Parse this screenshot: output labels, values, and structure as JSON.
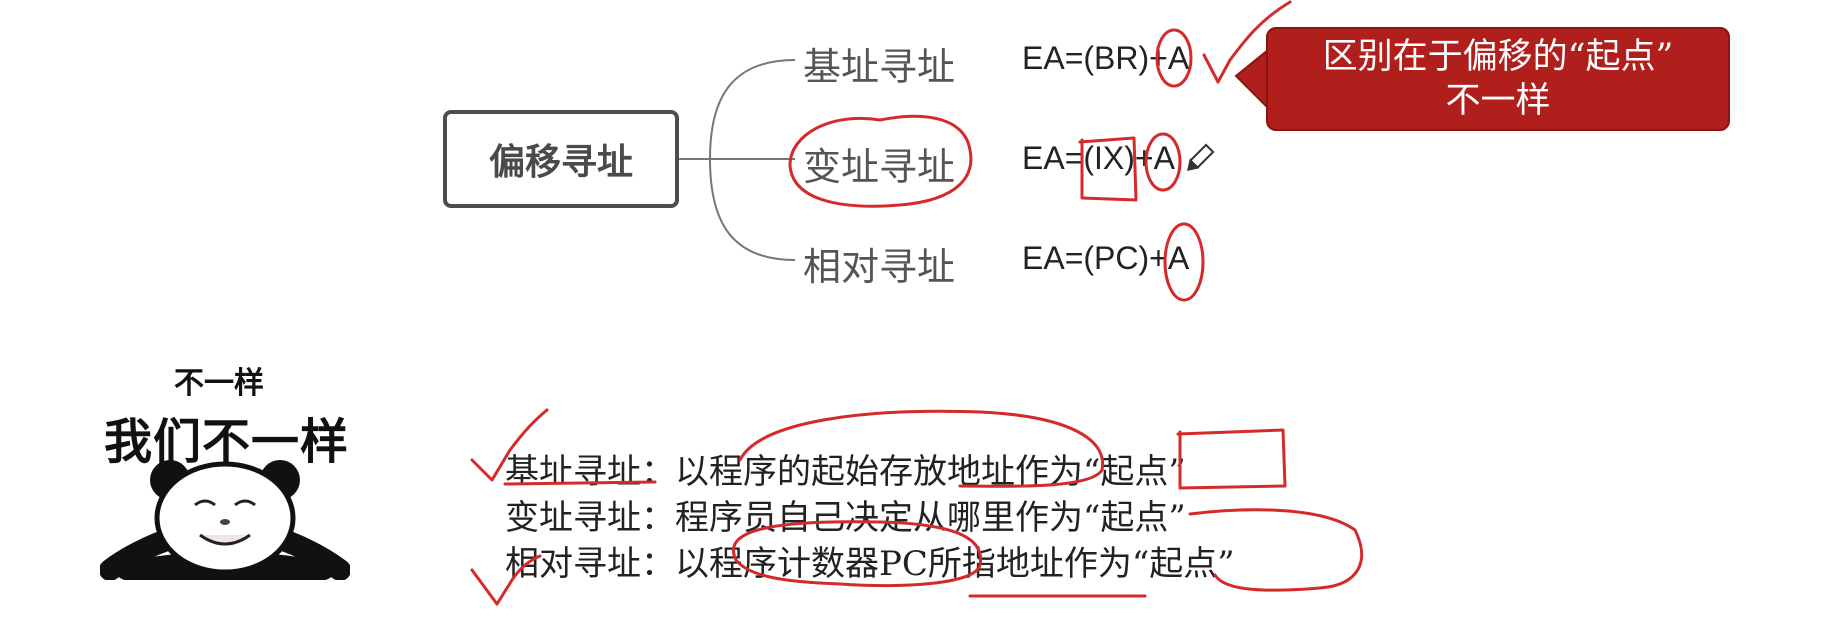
{
  "diagram": {
    "root": "偏移寻址",
    "branches": [
      {
        "label": "基址寻址",
        "formula": "EA=(BR)+A"
      },
      {
        "label": "变址寻址",
        "formula": "EA=(IX)+A"
      },
      {
        "label": "相对寻址",
        "formula": "EA=(PC)+A"
      }
    ]
  },
  "callout": {
    "line1": "区别在于偏移的“起点”",
    "line2": "不一样"
  },
  "meme": {
    "caption_small": "不一样",
    "caption_large": "我们不一样"
  },
  "explanations": [
    {
      "text": "基址寻址：以程序的起始存放地址作为“起点”"
    },
    {
      "text": "变址寻址：程序员自己决定从哪里作为“起点”"
    },
    {
      "text": "相对寻址：以程序计数器PC所指地址作为“起点”"
    }
  ],
  "colors": {
    "annotation": "#d42a2a",
    "callout_bg": "#b01f1c",
    "node_border": "#4d4d4d"
  }
}
